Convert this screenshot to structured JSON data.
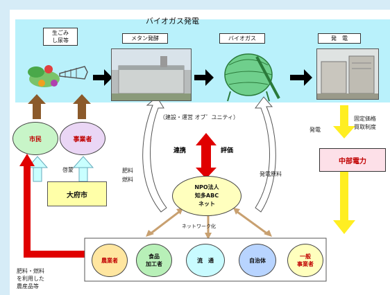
{
  "title": "バイオガス発電",
  "stages": [
    {
      "label": "生ごみ\nし尿等",
      "icon": "food-waste-icon"
    },
    {
      "label": "メタン発酵",
      "icon": "fermentation-tank-photo"
    },
    {
      "label": "バイオガス",
      "icon": "gas-holder-icon"
    },
    {
      "label": "発　電",
      "icon": "generator-photo"
    }
  ],
  "actors": {
    "citizens": "市民",
    "businesses": "事業者",
    "city": "大府市",
    "chubu": "中部電力",
    "npo": "NPO法人\n知多ABC\nネット"
  },
  "labels": {
    "enlighten": "啓蒙",
    "construction": "（建設・運営 オブ゛ユニティ）",
    "cooperation": "連携",
    "evaluation": "評価",
    "fertilizer_fuel_mid": "肥料\n燃料",
    "power_material": "発電原料",
    "power_gen": "発電",
    "fixed_price": "固定価格\n買取制度",
    "networking": "ネットワーク化",
    "bottom_left": "肥料・燃料\nを利用した\n農産品等"
  },
  "members": [
    {
      "label": "農業者"
    },
    {
      "label": "食品\n加工者"
    },
    {
      "label": "流　通"
    },
    {
      "label": "自治体"
    },
    {
      "label": "一般\n事業者"
    }
  ],
  "colors": {
    "top_band": "#b9f1fb",
    "citizens": "#c8f5c8",
    "businesses": "#ead6f5",
    "npo": "#ffffbe",
    "red_arrow": "#e00000",
    "yellow_arrow": "#ffee22",
    "brown_arrow": "#8b5a2b",
    "cyan_arrow": "#c9ffff"
  }
}
